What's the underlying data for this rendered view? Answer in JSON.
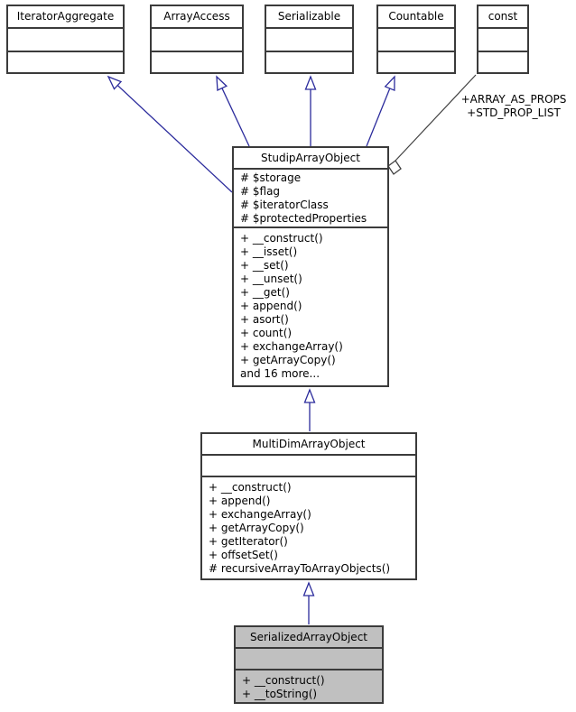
{
  "colors": {
    "inherit_edge": "#2b2b9c",
    "usage_edge": "#404040",
    "box_border": "#3b3b3b",
    "highlight_fill": "#c0c0c0",
    "box_fill": "#ffffff"
  },
  "interfaces": [
    {
      "name": "IteratorAggregate"
    },
    {
      "name": "ArrayAccess"
    },
    {
      "name": "Serializable"
    },
    {
      "name": "Countable"
    },
    {
      "name": "const"
    }
  ],
  "classes": {
    "studip": {
      "title": "StudipArrayObject",
      "attributes": [
        "# $storage",
        "# $flag",
        "# $iteratorClass",
        "# $protectedProperties"
      ],
      "methods": [
        "+ __construct()",
        "+ __isset()",
        "+ __set()",
        "+ __unset()",
        "+ __get()",
        "+ append()",
        "+ asort()",
        "+ count()",
        "+ exchangeArray()",
        "+ getArrayCopy()",
        "and 16 more..."
      ]
    },
    "multidim": {
      "title": "MultiDimArrayObject",
      "attributes": [],
      "methods": [
        "+ __construct()",
        "+ append()",
        "+ exchangeArray()",
        "+ getArrayCopy()",
        "+ getIterator()",
        "+ offsetSet()",
        "# recursiveArrayToArrayObjects()"
      ]
    },
    "serialized": {
      "title": "SerializedArrayObject",
      "attributes": [],
      "methods": [
        "+ __construct()",
        "+ __toString()"
      ]
    }
  },
  "usage_label": {
    "line1": "+ARRAY_AS_PROPS",
    "line2": "+STD_PROP_LIST"
  }
}
